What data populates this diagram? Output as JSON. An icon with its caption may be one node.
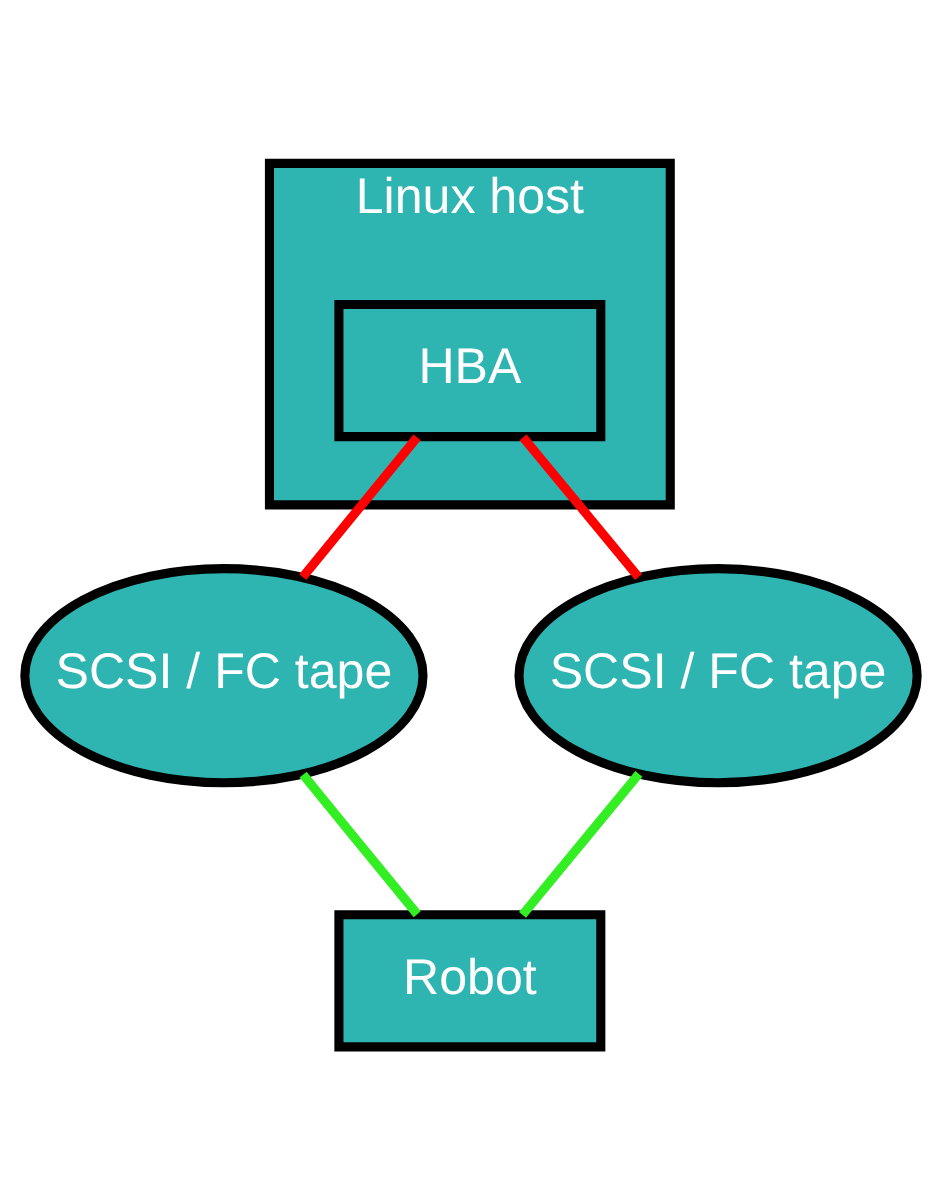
{
  "diagram": {
    "nodes": [
      {
        "text": [
          "Linux host"
        ]
      },
      {
        "text": [
          "HBA"
        ],
        "in": 0
      },
      {
        "text": [
          "SCSI / FC tape"
        ]
      },
      {
        "text": [
          "SCSI / FC tape"
        ]
      },
      {
        "text": [
          "Robot"
        ]
      }
    ],
    "edges": [
      {
        "from": 1,
        "to": 2,
        "arrow": "none",
        "color": "#ff0000"
      },
      {
        "from": 1,
        "to": 3,
        "arrow": "none",
        "color": "#ff0000"
      },
      {
        "from": 2,
        "to": 4,
        "arrow": "none",
        "color": "#33ee22"
      },
      {
        "from": 3,
        "to": 4,
        "arrow": "none",
        "color": "#33ee22"
      }
    ]
  }
}
